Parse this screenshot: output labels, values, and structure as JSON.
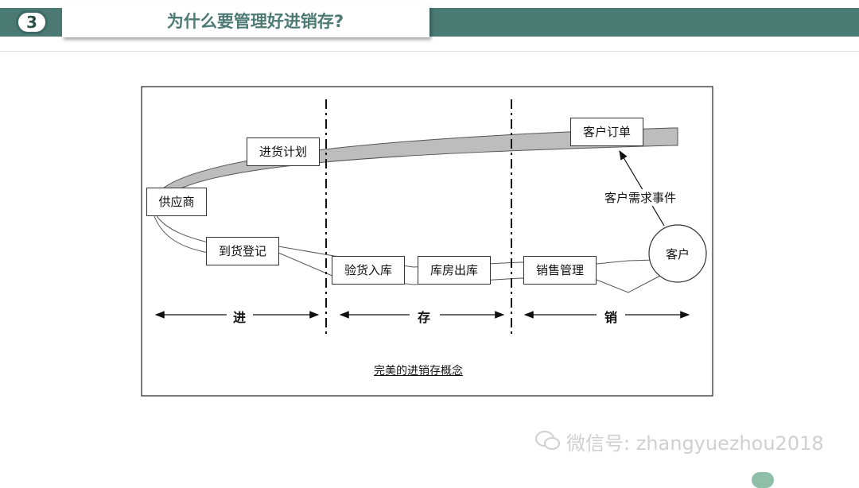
{
  "header": {
    "slide_number": "3",
    "title": "为什么要管理好进销存?"
  },
  "diagram": {
    "nodes": {
      "supplier": "供应商",
      "purchase_plan": "进货计划",
      "receipt_register": "到货登记",
      "inspection_inbound": "验货入库",
      "warehouse_outbound": "库房出库",
      "sales_management": "销售管理",
      "customer_order": "客户订单",
      "customer": "客户",
      "customer_demand_event": "客户需求事件"
    },
    "stages": {
      "purchase": "进",
      "storage": "存",
      "sales": "销"
    },
    "caption": "完美的进销存概念"
  },
  "watermark": {
    "text": "微信号: zhangyuezhou2018",
    "icon": "wechat-icon"
  },
  "colors": {
    "header": "#4a7a72",
    "title": "#4d7a73",
    "band": "#bdbdbd"
  }
}
